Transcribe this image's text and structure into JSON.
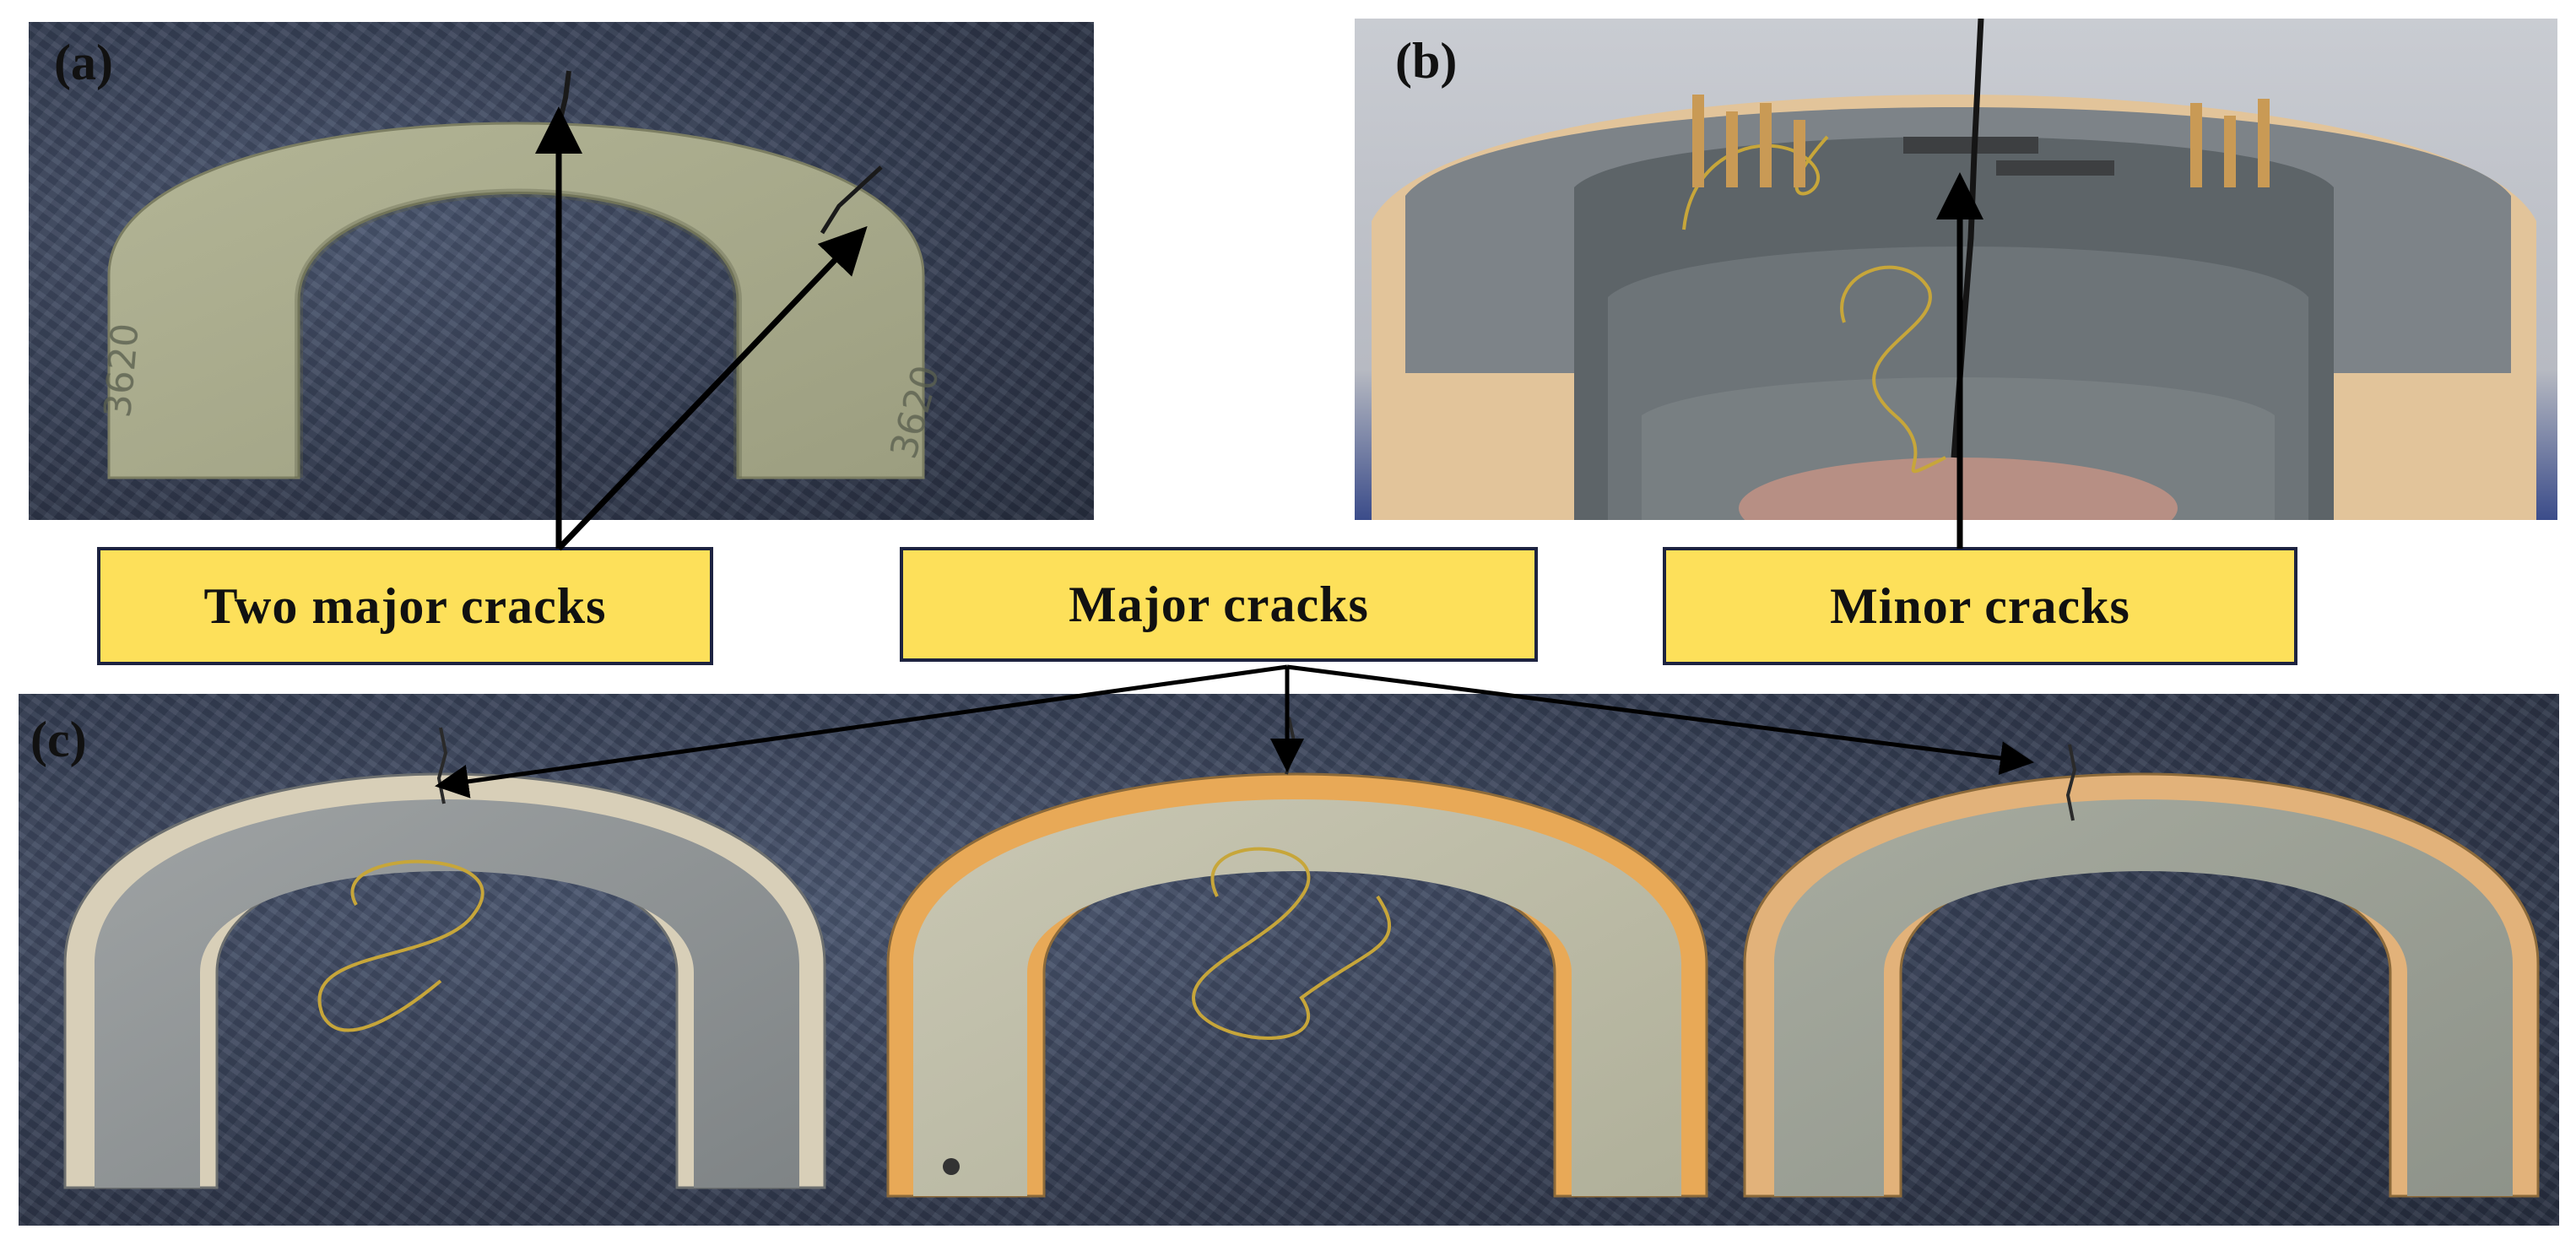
{
  "panels": {
    "a": {
      "label": "(a)",
      "specimen_marks": [
        "3620",
        "3620"
      ]
    },
    "b": {
      "label": "(b)"
    },
    "c": {
      "label": "(c)"
    }
  },
  "callouts": {
    "two_major_cracks": "Two major cracks",
    "major_cracks": "Major cracks",
    "minor_cracks": "Minor cracks"
  },
  "colors": {
    "callout_fill": "#fde05a",
    "callout_border": "#1d2340",
    "arrow": "#000000",
    "tarp": "#343d52",
    "grout": "#a9ab8c",
    "grey_grout": "#8d9293",
    "orange_rim": "#e8a957"
  }
}
